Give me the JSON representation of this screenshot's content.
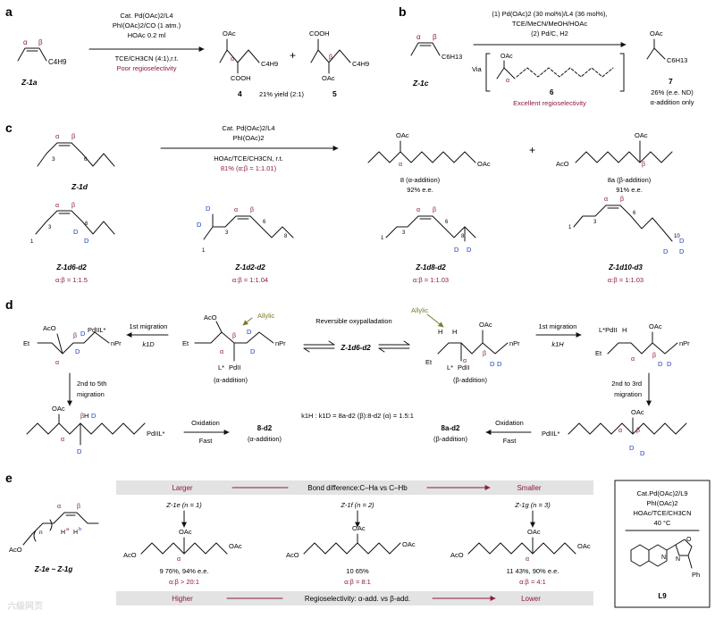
{
  "colors": {
    "accent_red": "#8b1a3a",
    "deuterium_blue": "#1a3fb5",
    "allylic_olive": "#7a7a2a",
    "bar_gray": "#e3e3e3"
  },
  "panel_a": {
    "letter": "a",
    "substrate": "Z-1a",
    "conditions": [
      "Cat. Pd(OAc)2/L4",
      "PhI(OAc)2/CO (1 atm.)",
      "HOAc 0.2 ml",
      "TCE/CH3CN (4:1),r.t."
    ],
    "note": "Poor regioselectivity",
    "product4": "4",
    "product5": "5",
    "yield": "21% yield (2:1)",
    "plus": "+"
  },
  "panel_b": {
    "letter": "b",
    "substrate": "Z-1c",
    "conditions": [
      "(1) Pd(OAc)2 (30 mol%)/L4 (36 mol%),",
      "TCE/MeCN/MeOH/HOAc",
      "(2) Pd/C, H2"
    ],
    "via": "Via",
    "intermediate": "6",
    "note": "Excellent regioselectivity",
    "product": "7",
    "result1": "26% (e.e. ND)",
    "result2": "α-addition only"
  },
  "panel_c": {
    "letter": "c",
    "substrate": "Z-1d",
    "conditions": [
      "Cat. Pd(OAc)2/L4",
      "PhI(OAc)2",
      "HOAc/TCE/CH3CN, r.t."
    ],
    "ratio": "81% (α:β = 1:1.01)",
    "product8": "8 (α-addition)",
    "product8_ee": "92% e.e.",
    "product8a": "8a (β-addition)",
    "product8a_ee": "91% e.e.",
    "plus": "+",
    "deuterated": [
      {
        "name": "Z-1d6-d2",
        "ratio": "α:β = 1:1.5"
      },
      {
        "name": "Z-1d2-d2",
        "ratio": "α:β = 1:1.04"
      },
      {
        "name": "Z-1d8-d2",
        "ratio": "α:β = 1:1.03"
      },
      {
        "name": "Z-1d10-d3",
        "ratio": "α:β = 1:1.03"
      }
    ]
  },
  "panel_d": {
    "letter": "d",
    "center": "Z-1d6-d2",
    "reversible": "Reversible oxypalladation",
    "allylic": "Allylic",
    "alpha_add": "(α-addition)",
    "beta_add": "(β-addition)",
    "first_migration": "1st migration",
    "kD": "k1D",
    "kH": "k1H",
    "mig_left": [
      "2nd to 5th",
      "migration"
    ],
    "mig_right": [
      "2nd to 3rd",
      "migration"
    ],
    "kie": "k1H : k1D = 8a-d2 (β):8-d2 (α) = 1.5:1",
    "oxidation": "Oxidation",
    "fast": "Fast",
    "prod_left": "8-d2",
    "prod_right": "8a-d2"
  },
  "panel_e": {
    "letter": "e",
    "substrate": "Z-1e ~ Z-1g",
    "bar_top": {
      "left": "Larger",
      "center": "Bond difference:C–Ha vs C–Hb",
      "right": "Smaller"
    },
    "bar_bottom": {
      "left": "Higher",
      "center": "Regioselectivity: α-add. vs β-add.",
      "right": "Lower"
    },
    "columns": [
      {
        "name": "Z-1e (n = 1)",
        "result": "9 76%, 94% e.e.",
        "ratio": "α:β > 20:1"
      },
      {
        "name": "Z-1f (n = 2)",
        "result": "10 65%",
        "ratio": "α:β = 8:1"
      },
      {
        "name": "Z-1g (n = 3)",
        "result": "11 43%, 90% e.e.",
        "ratio": "α:β = 4:1"
      }
    ],
    "box": [
      "Cat.Pd(OAc)2/L9",
      "PhI(OAc)2",
      "HOAc/TCE/CH3CN",
      "40 °C"
    ],
    "ligand": "L9",
    "ph": "Ph"
  },
  "watermark": "六級网页"
}
